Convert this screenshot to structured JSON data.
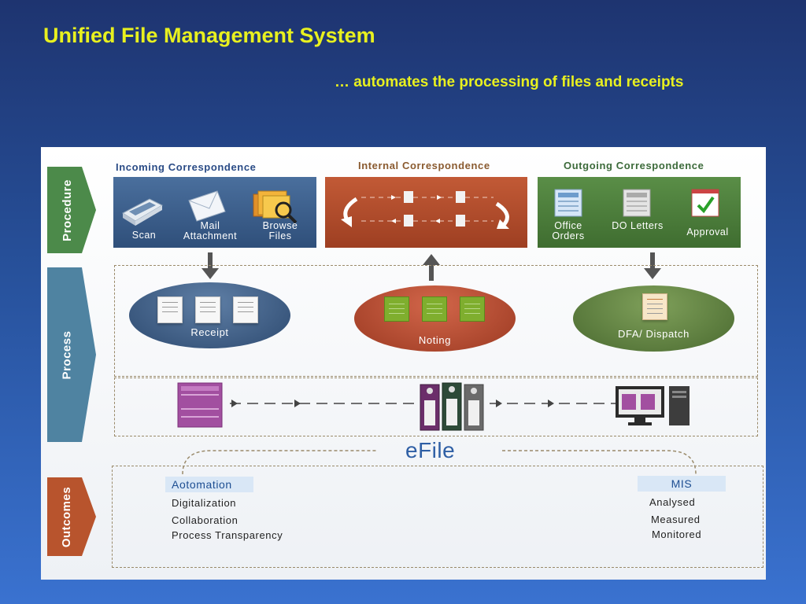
{
  "slide": {
    "title": "Unified File Management System",
    "subtitle": "… automates the processing of files and receipts"
  },
  "stages": {
    "procedure": "Procedure",
    "process": "Process",
    "outcomes": "Outcomes"
  },
  "incoming": {
    "header": "Incoming Correspondence",
    "items": [
      "Scan",
      "Mail Attachment",
      "Browse Files"
    ]
  },
  "internal": {
    "header": "Internal Correspondence"
  },
  "outgoing": {
    "header": "Outgoing Correspondence",
    "items": [
      "Office Orders",
      "DO Letters",
      "Approval"
    ]
  },
  "process": {
    "receipt": "Receipt",
    "noting": "Noting",
    "dispatch": "DFA/ Dispatch"
  },
  "efile": {
    "label": "eFile"
  },
  "outcomes": {
    "automation": {
      "header": "Aotomation",
      "items": [
        "Digitalization",
        "Collaboration",
        "Process Transparency"
      ]
    },
    "mis": {
      "header": "MIS",
      "items": [
        "Analysed",
        "Measured",
        "Monitored"
      ]
    }
  },
  "colors": {
    "title": "#e8f01f",
    "procedure": "#4c8a4a",
    "process": "#4f83a1",
    "outcomes": "#b8542d",
    "incoming_panel": "#3b5b85",
    "internal_panel": "#b34a2b",
    "outgoing_panel": "#4d7e3b",
    "header_blue": "#2a4b86",
    "header_brown": "#8a5a2f",
    "header_green": "#3c6a3a"
  },
  "icons": [
    "scanner-icon",
    "mail-icon",
    "browse-folder-icon",
    "office-order-icon",
    "do-letter-icon",
    "approval-check-icon",
    "file-icon",
    "file-rack-icon",
    "computer-icon"
  ]
}
